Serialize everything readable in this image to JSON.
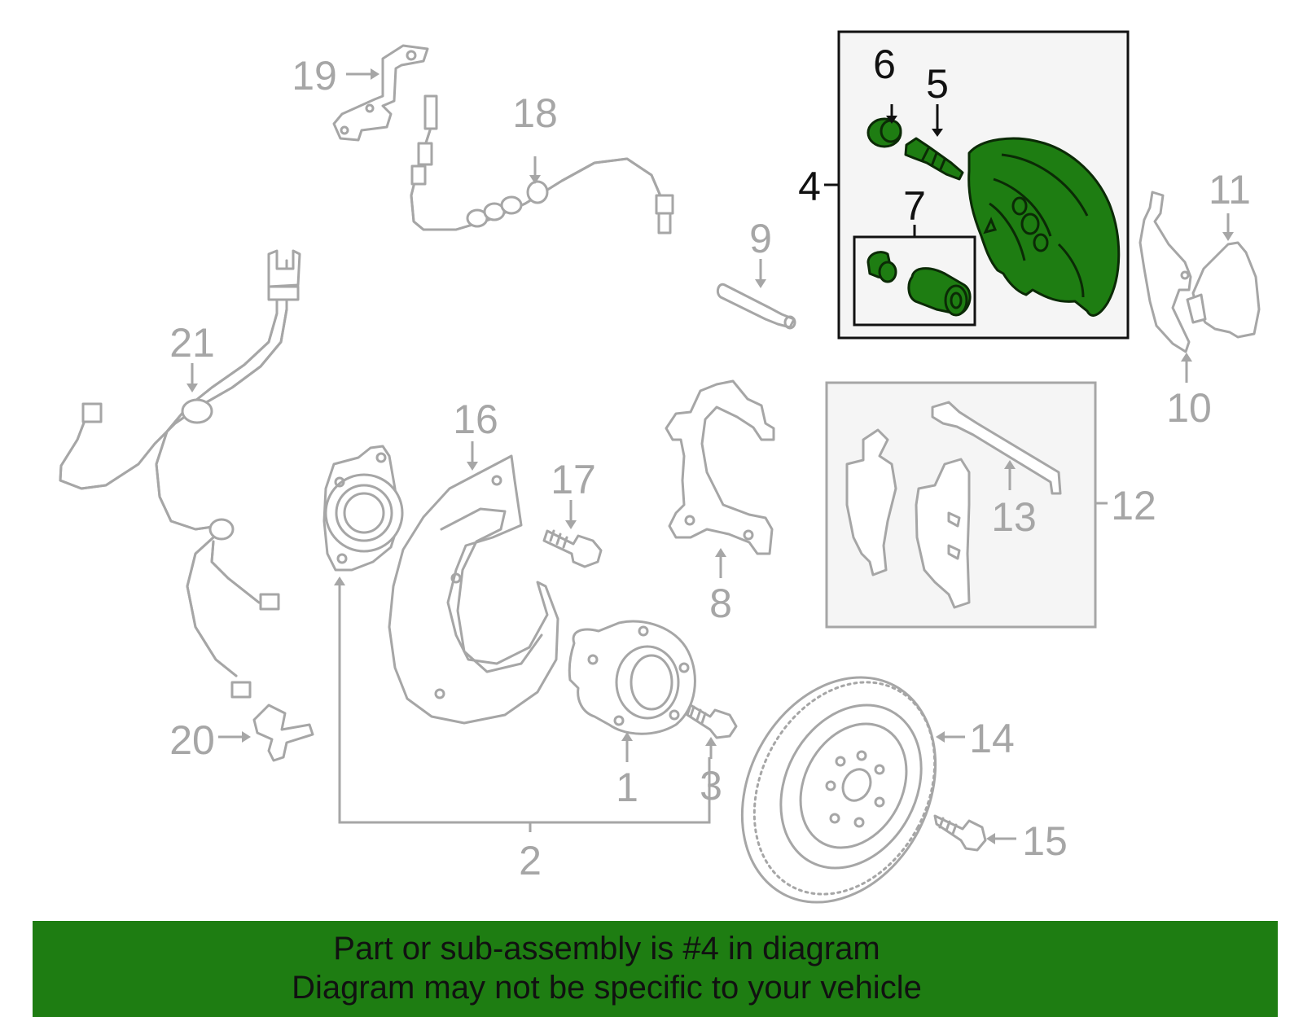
{
  "diagram": {
    "callouts": [
      "1",
      "2",
      "3",
      "4",
      "5",
      "6",
      "7",
      "8",
      "9",
      "10",
      "11",
      "12",
      "13",
      "14",
      "15",
      "16",
      "17",
      "18",
      "19",
      "20",
      "21"
    ],
    "highlighted_part": "4",
    "colors": {
      "highlight_fill": "#1e7d12",
      "outline": "#a6a6a6",
      "banner": "#1e7d12",
      "kit_box_bg": "#f5f5f5"
    }
  },
  "banner": {
    "line1": "Part or sub-assembly is #4 in diagram",
    "line2": "Diagram may not be specific to your vehicle"
  }
}
